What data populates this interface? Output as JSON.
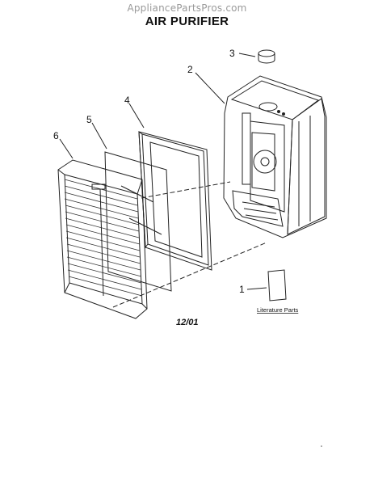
{
  "watermark": "AppliancePartsPros.com",
  "title": "AIR PURIFIER",
  "callouts": [
    {
      "number": "1",
      "part": "Literature Parts"
    },
    {
      "number": "2"
    },
    {
      "number": "3"
    },
    {
      "number": "4"
    },
    {
      "number": "5"
    },
    {
      "number": "6"
    }
  ],
  "literature_label": "Literature Parts",
  "date_code": "12/01",
  "colors": {
    "line": "#222222",
    "background": "#ffffff",
    "watermark": "#9a9a9a"
  }
}
